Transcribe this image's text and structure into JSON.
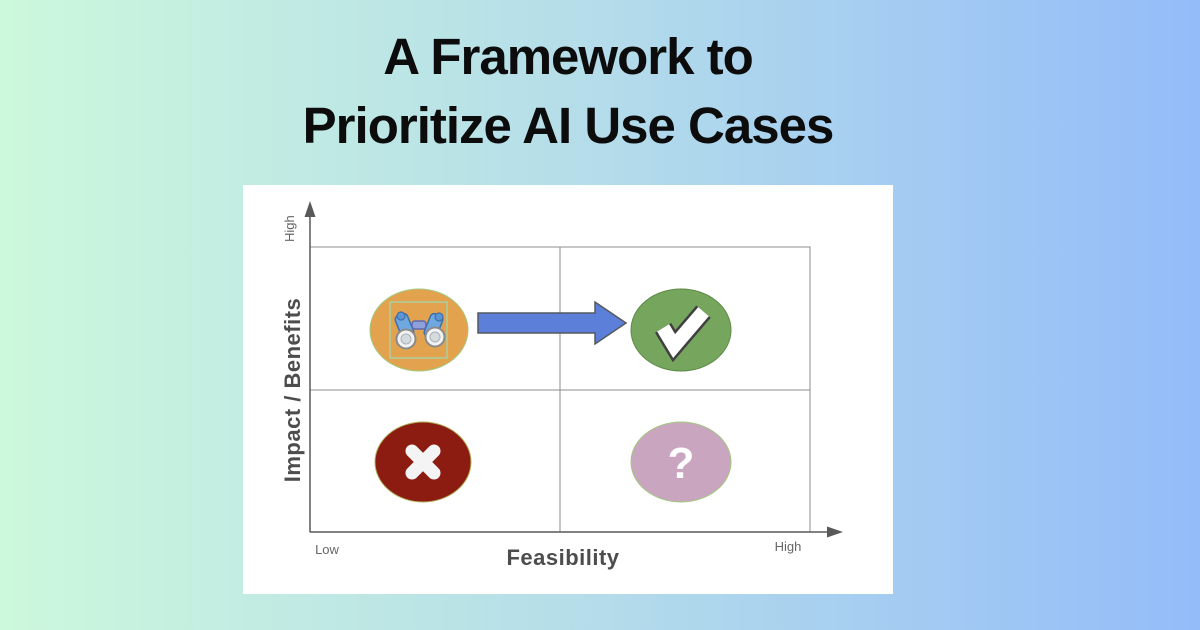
{
  "title": {
    "line1": "A Framework to",
    "line2": "Prioritize AI Use Cases",
    "color": "#0c0c0c"
  },
  "background": {
    "gradient_start": "#ccf8dc",
    "gradient_end": "#94bcf9"
  },
  "card": {
    "background": "#ffffff"
  },
  "matrix": {
    "y_axis": {
      "label": "Impact / Benefits",
      "top_tick": "High"
    },
    "x_axis": {
      "label": "Feasibility",
      "left_tick": "Low",
      "right_tick": "High"
    },
    "grid_color": "#8c8c8c",
    "axis_color": "#595959",
    "quadrants": [
      {
        "position": "top-left",
        "icon": "binoculars-icon",
        "color": "#e2a24e",
        "border": "#a4c97e"
      },
      {
        "position": "top-right",
        "icon": "checkmark-icon",
        "color": "#76a65e",
        "border": "#5d8a46"
      },
      {
        "position": "bottom-left",
        "icon": "cross-icon",
        "color": "#8c1c11",
        "border": "#b0b05a"
      },
      {
        "position": "bottom-right",
        "icon": "question-mark-icon",
        "symbol": "?",
        "color": "#c9a5c0",
        "border": "#a4c97e"
      }
    ],
    "arrow": {
      "from": "top-left",
      "to": "top-right",
      "color": "#5c80da",
      "outline": "#55585e"
    }
  }
}
